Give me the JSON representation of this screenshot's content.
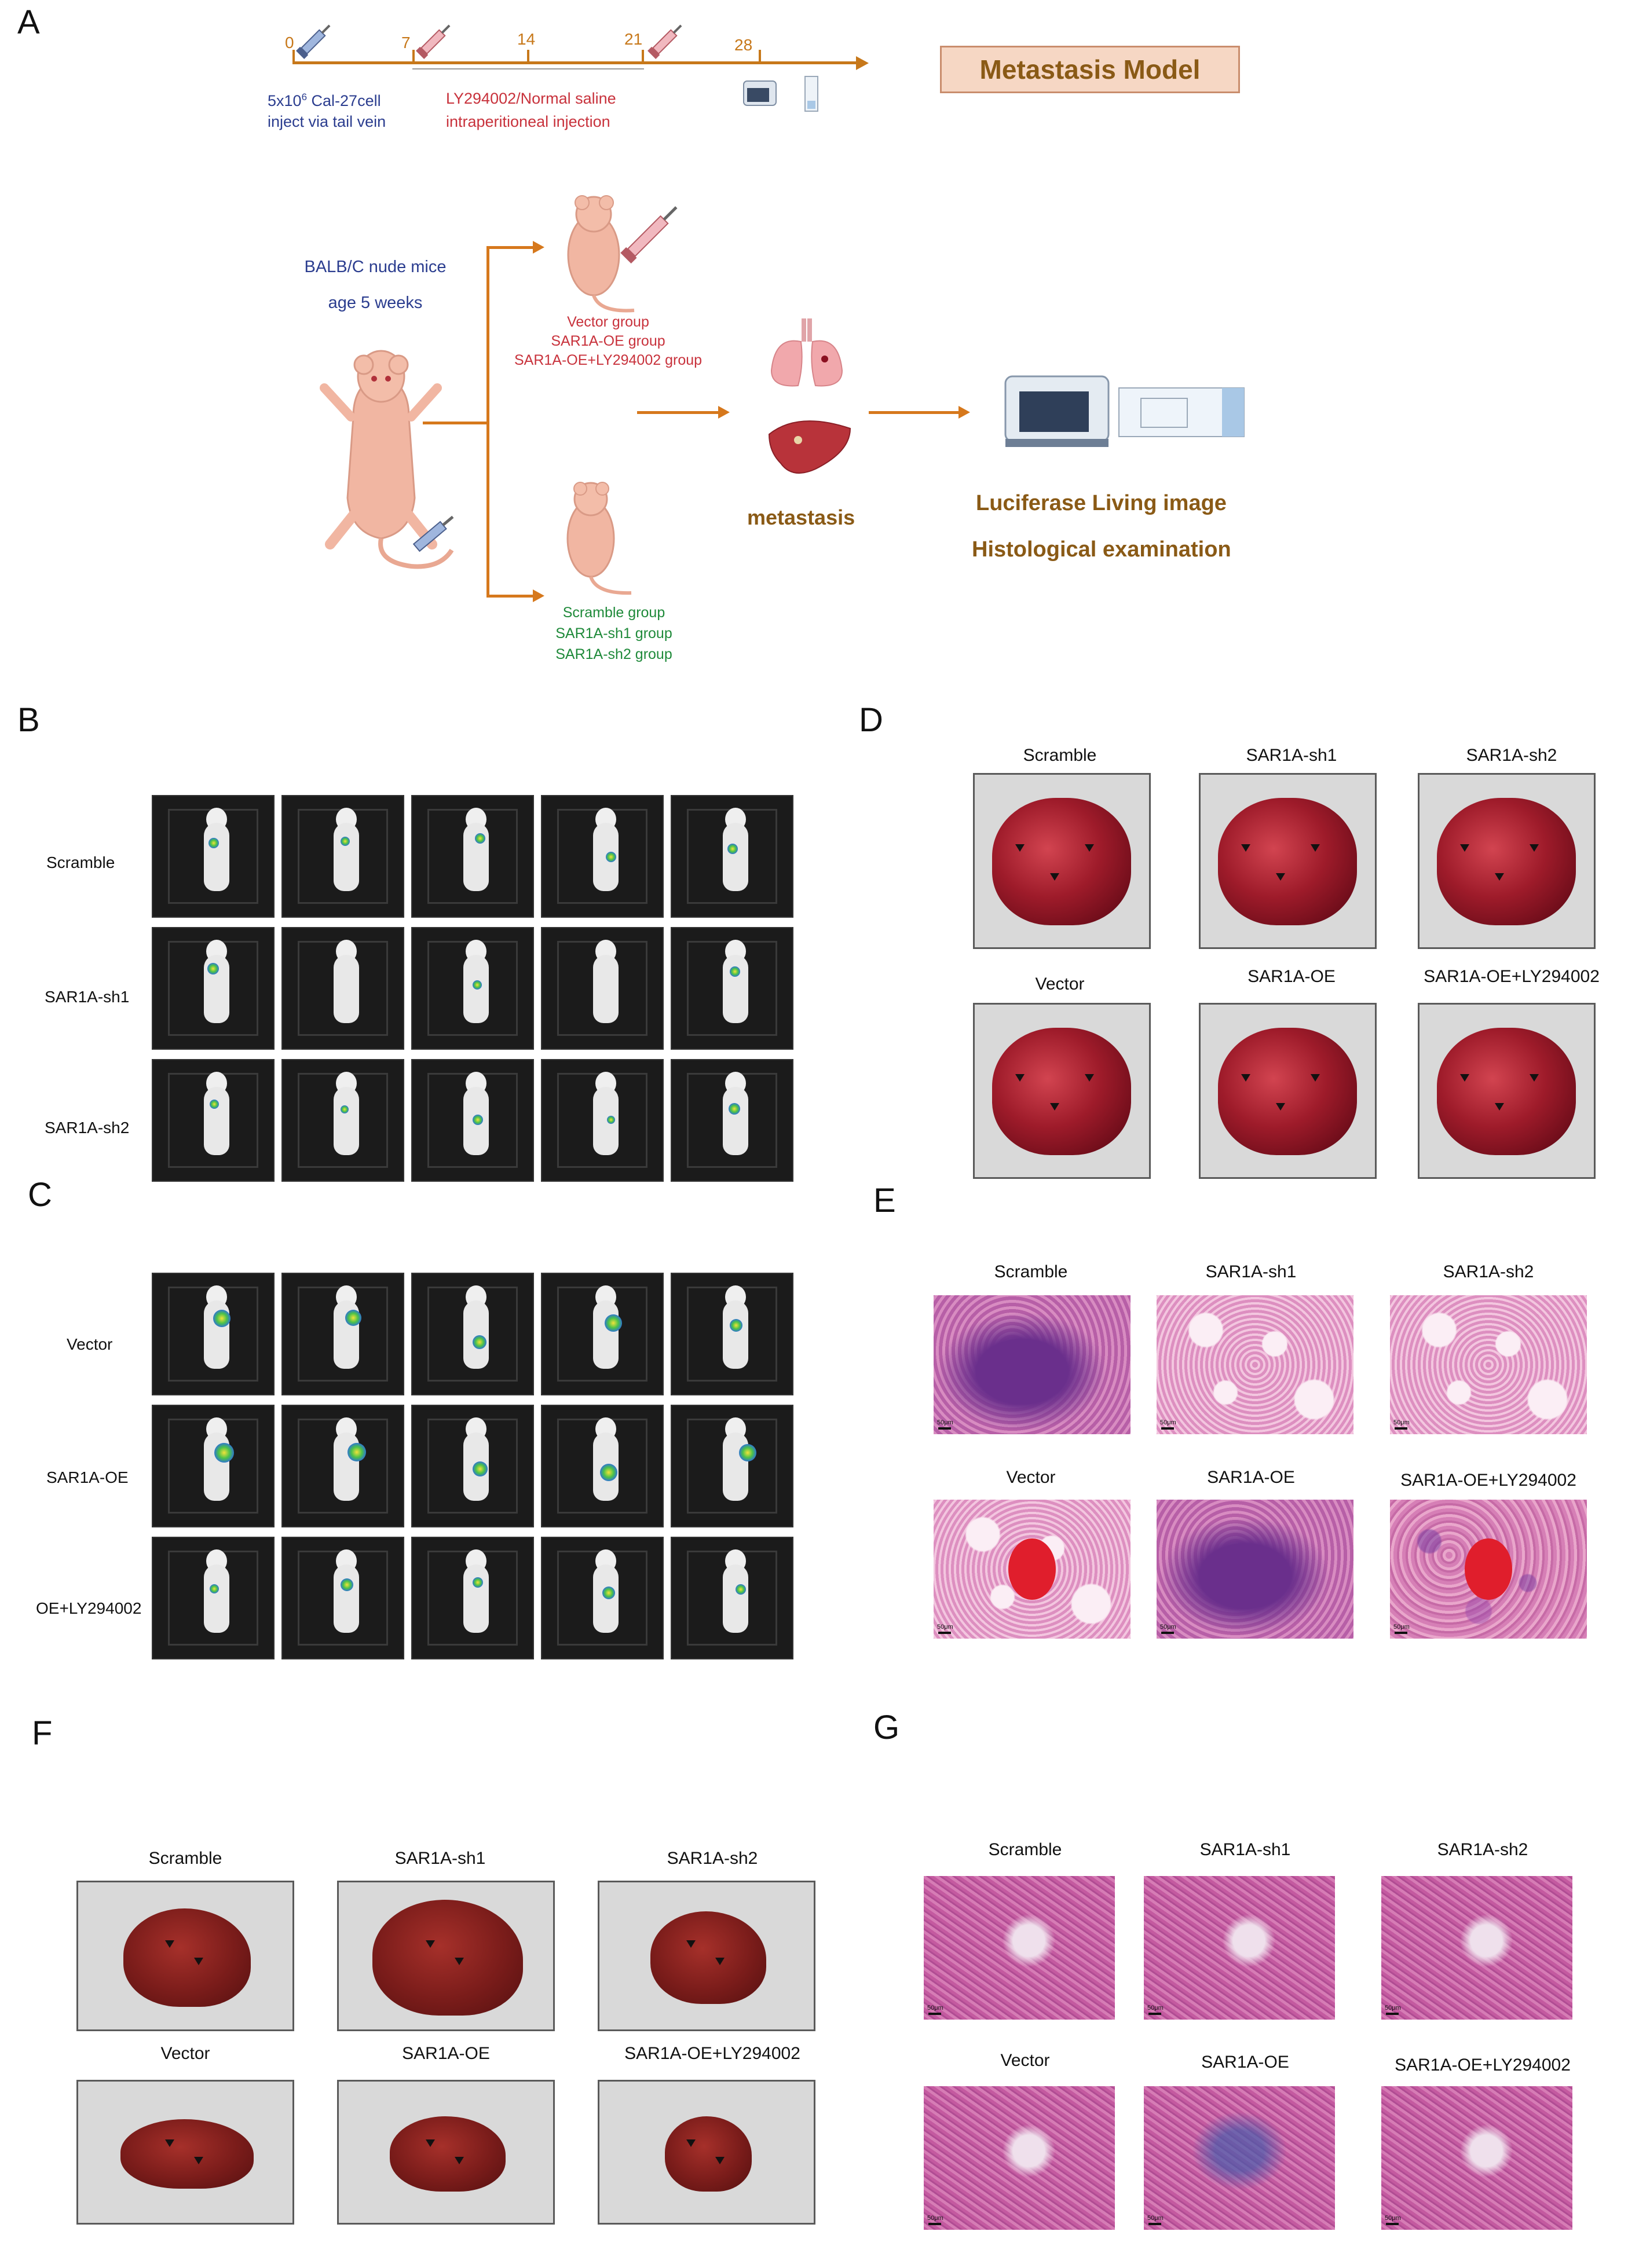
{
  "panel_letters": {
    "a": "A",
    "b": "B",
    "c": "C",
    "d": "D",
    "e": "E",
    "f": "F",
    "g": "G"
  },
  "panelA": {
    "days": [
      "0",
      "7",
      "14",
      "21",
      "28"
    ],
    "inject_line1_pre": "5x10",
    "inject_line1_sup": "6",
    "inject_line1_post": " Cal-27cell",
    "inject_line2": "inject via tail vein",
    "treatment_line1": "LY294002/Normal saline",
    "treatment_line2": "intraperitioneal injection",
    "model_title": "Metastasis Model",
    "mice_line1": "BALB/C nude mice",
    "mice_line2": "age 5 weeks",
    "upper_groups": [
      "Vector group",
      "SAR1A-OE group",
      "SAR1A-OE+LY294002 group"
    ],
    "lower_groups": [
      "Scramble group",
      "SAR1A-sh1 group",
      "SAR1A-sh2 group"
    ],
    "metastasis": "metastasis",
    "readout1": "Luciferase Living image",
    "readout2": "Histological examination"
  },
  "panelB": {
    "rows": [
      "Scramble",
      "SAR1A-sh1",
      "SAR1A-sh2"
    ]
  },
  "panelC": {
    "rows": [
      "Vector",
      "SAR1A-OE",
      "OE+LY294002"
    ]
  },
  "panelD": {
    "top": [
      "Scramble",
      "SAR1A-sh1",
      "SAR1A-sh2"
    ],
    "bottom": [
      "Vector",
      "SAR1A-OE",
      "SAR1A-OE+LY294002"
    ]
  },
  "panelE": {
    "top": [
      "Scramble",
      "SAR1A-sh1",
      "SAR1A-sh2"
    ],
    "bottom": [
      "Vector",
      "SAR1A-OE",
      "SAR1A-OE+LY294002"
    ]
  },
  "panelF": {
    "top": [
      "Scramble",
      "SAR1A-sh1",
      "SAR1A-sh2"
    ],
    "bottom": [
      "Vector",
      "SAR1A-OE",
      "SAR1A-OE+LY294002"
    ]
  },
  "panelG": {
    "top": [
      "Scramble",
      "SAR1A-sh1",
      "SAR1A-sh2"
    ],
    "bottom": [
      "Vector",
      "SAR1A-OE",
      "SAR1A-OE+LY294002"
    ]
  },
  "scale_bar": "50μm"
}
